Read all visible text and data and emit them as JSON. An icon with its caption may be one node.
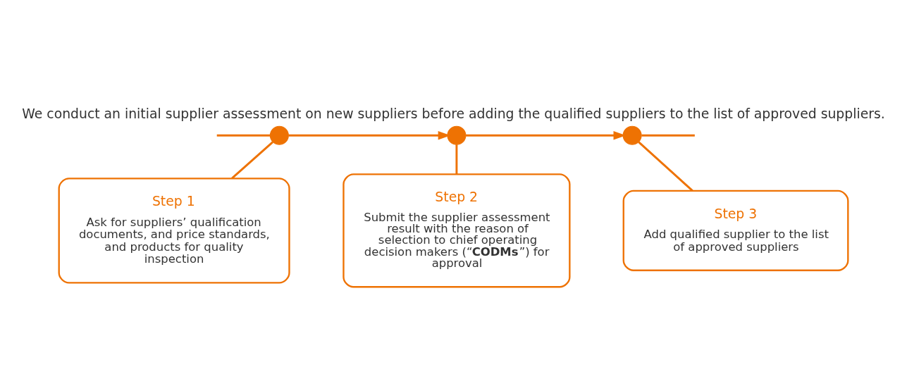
{
  "diagram": {
    "title": "We conduct an initial supplier assessment on new suppliers before adding the qualified suppliers to the list of approved suppliers.",
    "nodes": [
      {
        "text": [],
        "shape": "circle"
      },
      {
        "text": [],
        "shape": "circle"
      },
      {
        "text": [],
        "shape": "circle"
      },
      {
        "text": [
          "Step 1",
          "Ask for suppliers’ qualification documents, and price standards, and products for quality inspection"
        ]
      },
      {
        "text": [
          "Step 2",
          "Submit the supplier assessment result with the reason of selection to chief operating decision makers (“**CODMs**”) for approval"
        ]
      },
      {
        "text": [
          "Step 3",
          "Add qualified supplier to the list of approved suppliers"
        ]
      }
    ],
    "edges": [
      {
        "from": null,
        "to": 0,
        "arrow": "none"
      },
      {
        "from": 0,
        "to": 1,
        "arrow": "to"
      },
      {
        "from": 1,
        "to": 2,
        "arrow": "to"
      },
      {
        "from": 2,
        "to": null,
        "arrow": "none"
      },
      {
        "from": 0,
        "to": 3,
        "arrow": "none"
      },
      {
        "from": 1,
        "to": 4,
        "arrow": "none"
      },
      {
        "from": 2,
        "to": 5,
        "arrow": "none"
      }
    ]
  }
}
